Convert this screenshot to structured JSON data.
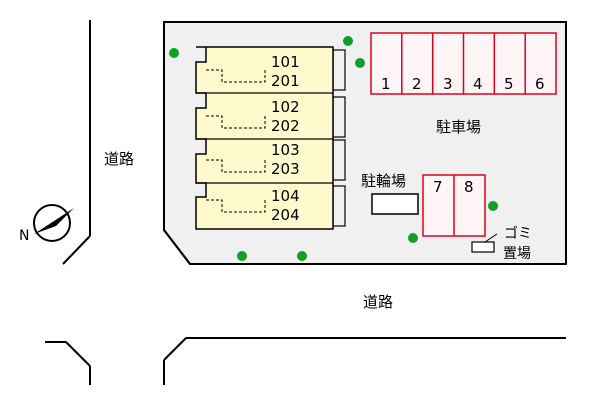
{
  "roads": {
    "left": "道路",
    "bottom": "道路"
  },
  "compass": {
    "letter": "N"
  },
  "building": {
    "units": [
      {
        "upper": "101",
        "lower": "201"
      },
      {
        "upper": "102",
        "lower": "202"
      },
      {
        "upper": "103",
        "lower": "203"
      },
      {
        "upper": "104",
        "lower": "204"
      }
    ]
  },
  "parking": {
    "label": "駐車場",
    "row_slots": [
      "1",
      "2",
      "3",
      "4",
      "5",
      "6"
    ],
    "lower_slots": [
      "7",
      "8"
    ]
  },
  "bicycle_parking": {
    "label": "駐輪場"
  },
  "garbage": {
    "line1": "ゴミ",
    "line2": "置場"
  },
  "colors": {
    "building_fill": "#fffacd",
    "parking_line": "#e0001b",
    "parking_fill": "#fff5f7",
    "lot_fill": "#f0f0f0",
    "tree": "#119e29",
    "outline": "#000000"
  }
}
